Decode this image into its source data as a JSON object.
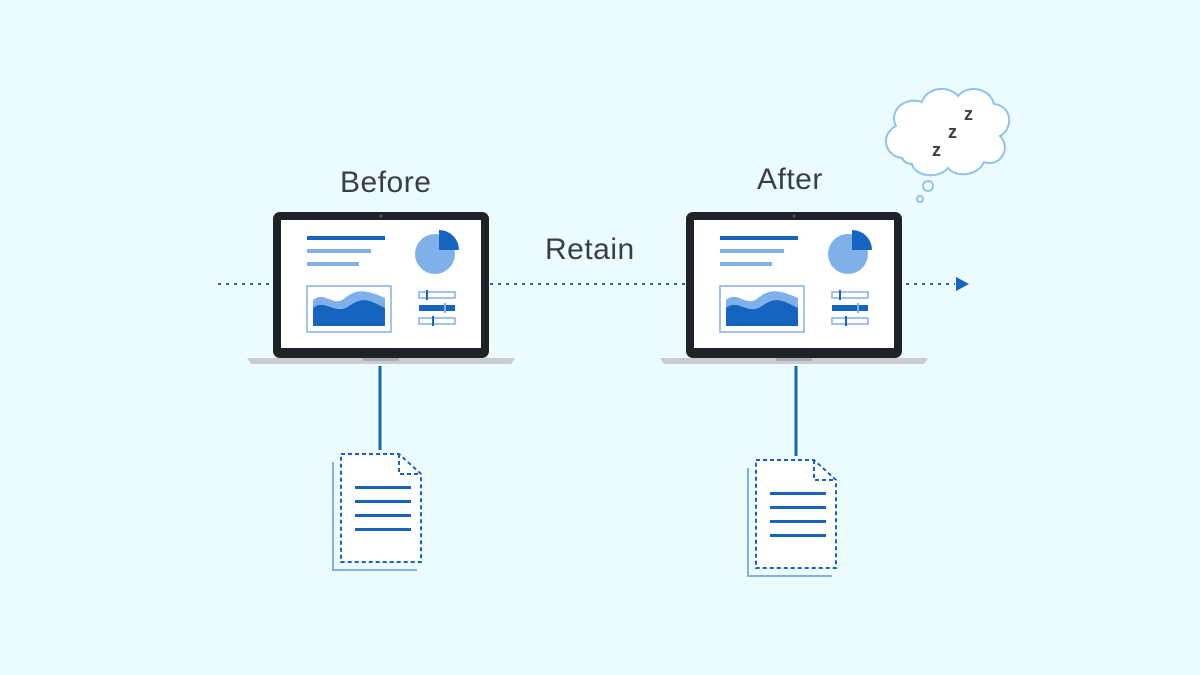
{
  "labels": {
    "before": "Before",
    "after": "After",
    "retain": "Retain",
    "sleep": [
      "z",
      "z",
      "z"
    ]
  },
  "colors": {
    "background": "#ecfbfd",
    "primary": "#1565c0",
    "light": "#7fb0ea",
    "laptop_frame": "#1f2227",
    "laptop_base": "#c9ccd1",
    "cloud": "#8ec3ea"
  },
  "icons": [
    "laptop-icon",
    "document-icon",
    "pie-chart-icon",
    "wave-chart-icon",
    "sliders-icon",
    "thought-cloud-icon",
    "arrow-right-icon"
  ]
}
